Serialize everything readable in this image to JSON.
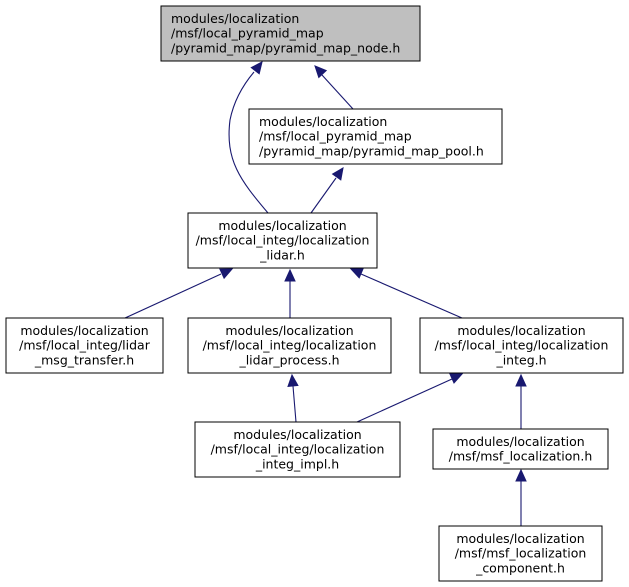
{
  "nodes": [
    {
      "id": "pyramid_map_node",
      "lines": [
        "modules/localization",
        "/msf/local_pyramid_map",
        "/pyramid_map/pyramid_map_node.h"
      ],
      "highlighted": true
    },
    {
      "id": "pyramid_map_pool",
      "lines": [
        "modules/localization",
        "/msf/local_pyramid_map",
        "/pyramid_map/pyramid_map_pool.h"
      ]
    },
    {
      "id": "localization_lidar",
      "lines": [
        "modules/localization",
        "/msf/local_integ/localization",
        "_lidar.h"
      ]
    },
    {
      "id": "lidar_msg_transfer",
      "lines": [
        "modules/localization",
        "/msf/local_integ/lidar",
        "_msg_transfer.h"
      ]
    },
    {
      "id": "localization_lidar_process",
      "lines": [
        "modules/localization",
        "/msf/local_integ/localization",
        "_lidar_process.h"
      ]
    },
    {
      "id": "localization_integ",
      "lines": [
        "modules/localization",
        "/msf/local_integ/localization",
        "_integ.h"
      ]
    },
    {
      "id": "localization_integ_impl",
      "lines": [
        "modules/localization",
        "/msf/local_integ/localization",
        "_integ_impl.h"
      ]
    },
    {
      "id": "msf_localization",
      "lines": [
        "modules/localization",
        "/msf/msf_localization.h"
      ]
    },
    {
      "id": "msf_localization_component",
      "lines": [
        "modules/localization",
        "/msf/msf_localization",
        "_component.h"
      ]
    }
  ],
  "edges": [
    {
      "from": "pyramid_map_pool",
      "to": "pyramid_map_node"
    },
    {
      "from": "localization_lidar",
      "to": "pyramid_map_node"
    },
    {
      "from": "localization_lidar",
      "to": "pyramid_map_pool"
    },
    {
      "from": "lidar_msg_transfer",
      "to": "localization_lidar"
    },
    {
      "from": "localization_lidar_process",
      "to": "localization_lidar"
    },
    {
      "from": "localization_integ",
      "to": "localization_lidar"
    },
    {
      "from": "localization_integ_impl",
      "to": "localization_lidar_process"
    },
    {
      "from": "localization_integ_impl",
      "to": "localization_integ"
    },
    {
      "from": "msf_localization",
      "to": "localization_integ"
    },
    {
      "from": "msf_localization_component",
      "to": "msf_localization"
    }
  ],
  "colors": {
    "edge": "#191970",
    "node_border": "#000000",
    "node_fill": "#ffffff",
    "highlight_fill": "#bfbfbf"
  }
}
